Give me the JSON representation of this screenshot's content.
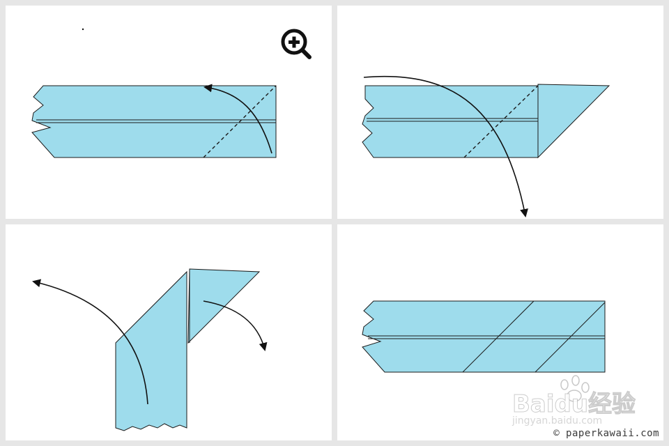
{
  "colors": {
    "background": "#e6e6e6",
    "panel": "#ffffff",
    "paper": "#9edcec",
    "outline": "#1a1a1a"
  },
  "icons": {
    "zoom": "zoom-in-magnifier-icon",
    "watermark_logo": "baidu-paw-icon"
  },
  "watermark": {
    "logo_text": "Baidu经验",
    "sub_text": "jingyan.baidu.com"
  },
  "copyright": "© paperkawaii.com"
}
